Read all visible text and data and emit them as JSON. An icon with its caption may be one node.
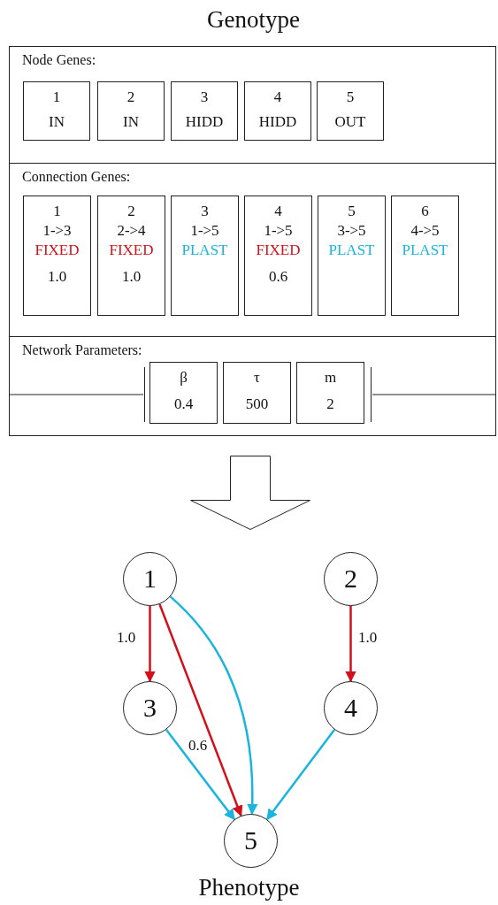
{
  "diagram": {
    "nodes": [
      {
        "text": [
          "Genotype"
        ]
      },
      {
        "text": [
          "Node Genes:"
        ],
        "in": 0
      },
      {
        "text": [
          "1",
          "IN"
        ],
        "in": 1
      },
      {
        "text": [
          "2",
          "IN"
        ],
        "in": 1
      },
      {
        "text": [
          "3",
          "HIDD"
        ],
        "in": 1
      },
      {
        "text": [
          "4",
          "HIDD"
        ],
        "in": 1
      },
      {
        "text": [
          "5",
          "OUT"
        ],
        "in": 1
      },
      {
        "text": [
          "Connection Genes:"
        ],
        "in": 0
      },
      {
        "text": [
          "1",
          "1->3",
          "FIXED",
          "1.0"
        ],
        "in": 7
      },
      {
        "text": [
          "2",
          "2->4",
          "FIXED",
          "1.0"
        ],
        "in": 7
      },
      {
        "text": [
          "3",
          "1->5",
          "PLAST"
        ],
        "in": 7
      },
      {
        "text": [
          "4",
          "1->5",
          "FIXED",
          "0.6"
        ],
        "in": 7
      },
      {
        "text": [
          "5",
          "3->5",
          "PLAST"
        ],
        "in": 7
      },
      {
        "text": [
          "6",
          "4->5",
          "PLAST"
        ],
        "in": 7
      },
      {
        "text": [
          "Network Parameters:"
        ],
        "in": 0
      },
      {
        "text": [
          "β",
          "0.4"
        ],
        "in": 14
      },
      {
        "text": [
          "τ",
          "500"
        ],
        "in": 14
      },
      {
        "text": [
          "m",
          "2"
        ],
        "in": 14
      },
      {
        "text": [],
        "shape": "arrow"
      },
      {
        "text": [
          "1"
        ]
      },
      {
        "text": [
          "2"
        ]
      },
      {
        "text": [
          "3"
        ]
      },
      {
        "text": [
          "4"
        ]
      },
      {
        "text": [
          "5"
        ]
      }
    ],
    "edges": [
      {
        "from": 19,
        "to": 21,
        "arrow": "to",
        "label": "1.0",
        "color": "#d2101c"
      },
      {
        "from": 20,
        "to": 22,
        "arrow": "to",
        "label": "1.0",
        "color": "#d2101c"
      },
      {
        "from": 19,
        "to": 23,
        "arrow": "to",
        "color": "#1ab4dc"
      },
      {
        "from": 19,
        "to": 23,
        "arrow": "to",
        "label": "0.6",
        "color": "#d2101c"
      },
      {
        "from": 21,
        "to": 23,
        "arrow": "to",
        "color": "#1ab4dc"
      },
      {
        "from": 22,
        "to": 23,
        "arrow": "to",
        "color": "#1ab4dc"
      }
    ],
    "labels": [
      "Phenotype"
    ]
  }
}
